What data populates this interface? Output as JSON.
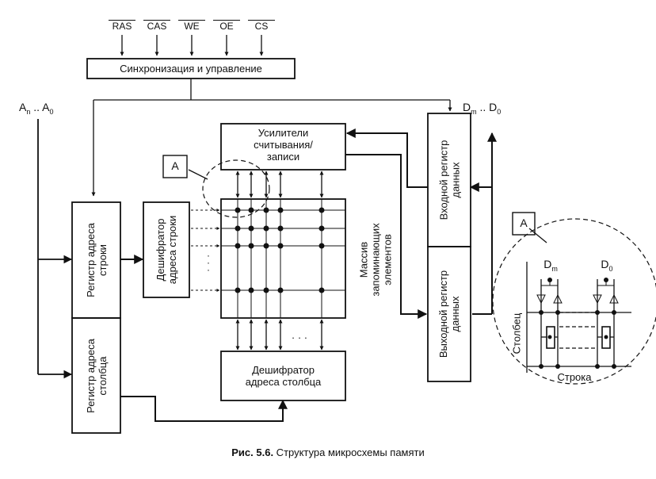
{
  "signals": [
    "RAS",
    "CAS",
    "WE",
    "OE",
    "CS"
  ],
  "sync_block": "Синхронизация и управление",
  "address_bus": {
    "main": "A",
    "sub_hi": "n",
    "mid": " .. A",
    "sub_lo": "0"
  },
  "data_bus": {
    "main": "D",
    "sub_hi": "m",
    "mid": " .. D",
    "sub_lo": "0"
  },
  "sense_amps": {
    "line1": "Усилители",
    "line2": "считывания/",
    "line3": "записи"
  },
  "row_register": {
    "line1": "Регистр адреса",
    "line2": "строки"
  },
  "col_register": {
    "line1": "Регистр адреса",
    "line2": "столбца"
  },
  "row_decoder": {
    "line1": "Дешифратор",
    "line2": "адреса строки"
  },
  "col_decoder": {
    "line1": "Дешифратор",
    "line2": "адреса столбца"
  },
  "array": {
    "line1": "Массив",
    "line2": "запоминающих",
    "line3": "элементов"
  },
  "input_register": {
    "line1": "Входной регистр",
    "line2": "данных"
  },
  "output_register": {
    "line1": "Выходной регистр",
    "line2": "данных"
  },
  "callout": "A",
  "detail": {
    "label": "A",
    "d_hi": "D",
    "d_hi_sub": "m",
    "d_lo": "D",
    "d_lo_sub": "0",
    "column": "Столбец",
    "row": "Строка"
  },
  "dots": "· · ·",
  "caption": {
    "prefix": "Рис. 5.6.",
    "text": " Структура микросхемы памяти"
  }
}
